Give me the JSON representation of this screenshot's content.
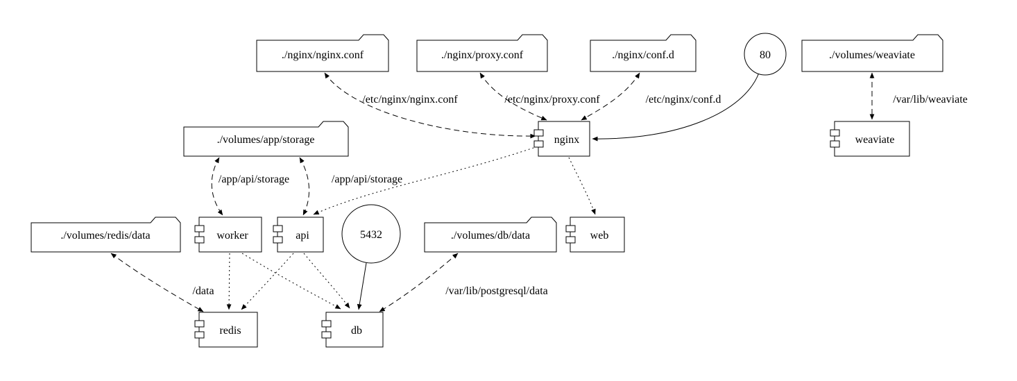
{
  "diagram": {
    "kind": "docker-compose-service-graph",
    "colors": {
      "background": "#ffffff",
      "stroke": "#000000",
      "fill": "#ffffff"
    },
    "nodes": {
      "nginx_conf": {
        "label": "./nginx/nginx.conf",
        "type": "folder"
      },
      "proxy_conf": {
        "label": "./nginx/proxy.conf",
        "type": "folder"
      },
      "conf_d": {
        "label": "./nginx/conf.d",
        "type": "folder"
      },
      "port_80": {
        "label": "80",
        "type": "port"
      },
      "volumes_weaviate": {
        "label": "./volumes/weaviate",
        "type": "folder"
      },
      "app_storage": {
        "label": "./volumes/app/storage",
        "type": "folder"
      },
      "nginx": {
        "label": "nginx",
        "type": "service"
      },
      "weaviate": {
        "label": "weaviate",
        "type": "service"
      },
      "redis_data": {
        "label": "./volumes/redis/data",
        "type": "folder"
      },
      "worker": {
        "label": "worker",
        "type": "service"
      },
      "api": {
        "label": "api",
        "type": "service"
      },
      "port_5432": {
        "label": "5432",
        "type": "port"
      },
      "db_data": {
        "label": "./volumes/db/data",
        "type": "folder"
      },
      "web": {
        "label": "web",
        "type": "service"
      },
      "redis": {
        "label": "redis",
        "type": "service"
      },
      "db": {
        "label": "db",
        "type": "service"
      }
    },
    "edges": [
      {
        "from": "nginx",
        "to": "nginx_conf",
        "style": "dashed",
        "label": "/etc/nginx/nginx.conf"
      },
      {
        "from": "nginx",
        "to": "proxy_conf",
        "style": "dashed",
        "label": "/etc/nginx/proxy.conf"
      },
      {
        "from": "nginx",
        "to": "conf_d",
        "style": "dashed",
        "label": "/etc/nginx/conf.d"
      },
      {
        "from": "port_80",
        "to": "nginx",
        "style": "solid",
        "label": ""
      },
      {
        "from": "weaviate",
        "to": "volumes_weaviate",
        "style": "dashed",
        "label": "/var/lib/weaviate"
      },
      {
        "from": "worker",
        "to": "app_storage",
        "style": "dashed",
        "label": "/app/api/storage"
      },
      {
        "from": "api",
        "to": "app_storage",
        "style": "dashed",
        "label": "/app/api/storage"
      },
      {
        "from": "redis",
        "to": "redis_data",
        "style": "dashed",
        "label": "/data"
      },
      {
        "from": "db",
        "to": "db_data",
        "style": "dashed",
        "label": "/var/lib/postgresql/data"
      },
      {
        "from": "port_5432",
        "to": "db",
        "style": "solid",
        "label": ""
      },
      {
        "from": "nginx",
        "to": "web",
        "style": "dotted",
        "label": ""
      },
      {
        "from": "nginx",
        "to": "api",
        "style": "dotted",
        "label": ""
      },
      {
        "from": "worker",
        "to": "redis",
        "style": "dotted",
        "label": ""
      },
      {
        "from": "worker",
        "to": "db",
        "style": "dotted",
        "label": ""
      },
      {
        "from": "api",
        "to": "redis",
        "style": "dotted",
        "label": ""
      },
      {
        "from": "api",
        "to": "db",
        "style": "dotted",
        "label": ""
      }
    ]
  }
}
